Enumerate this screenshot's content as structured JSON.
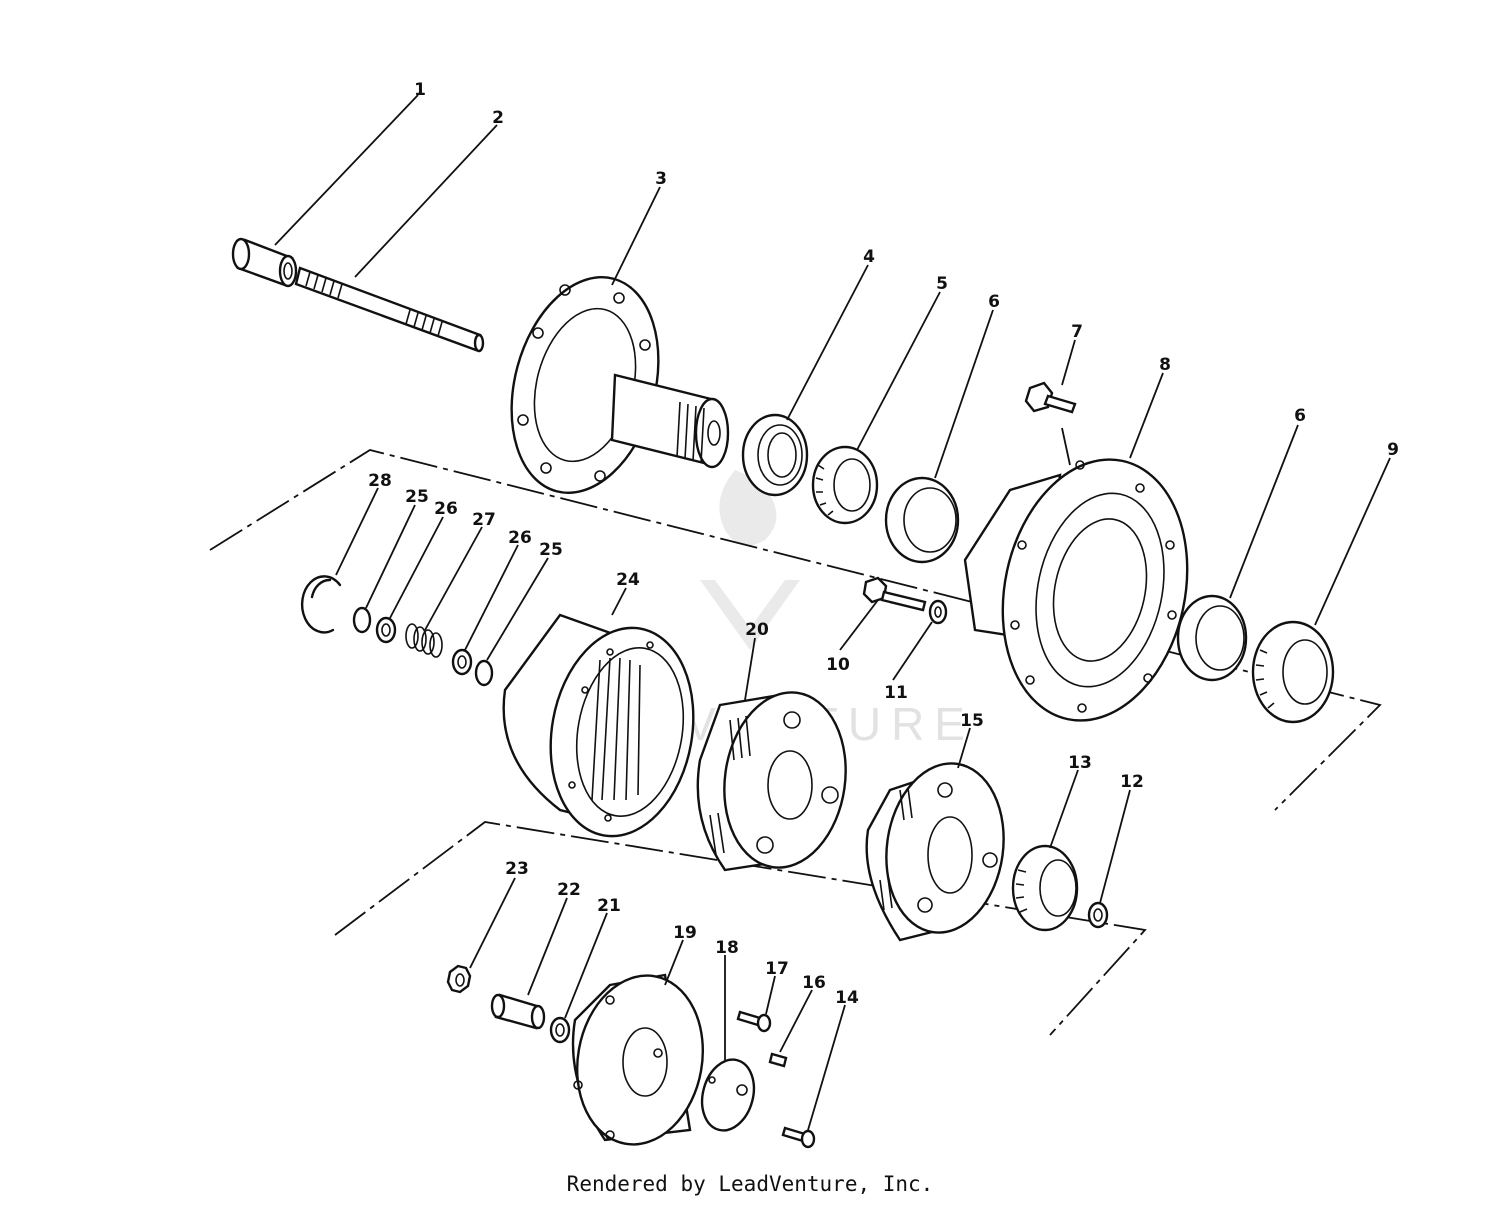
{
  "diagram": {
    "callouts": [
      "1",
      "2",
      "3",
      "4",
      "5",
      "6",
      "7",
      "8",
      "6",
      "9",
      "28",
      "25",
      "26",
      "27",
      "26",
      "25",
      "24",
      "20",
      "10",
      "11",
      "15",
      "13",
      "12",
      "23",
      "22",
      "21",
      "19",
      "18",
      "17",
      "16",
      "14"
    ],
    "watermark": "LEADVENTURE",
    "credit": "Rendered by LeadVenture, Inc."
  }
}
